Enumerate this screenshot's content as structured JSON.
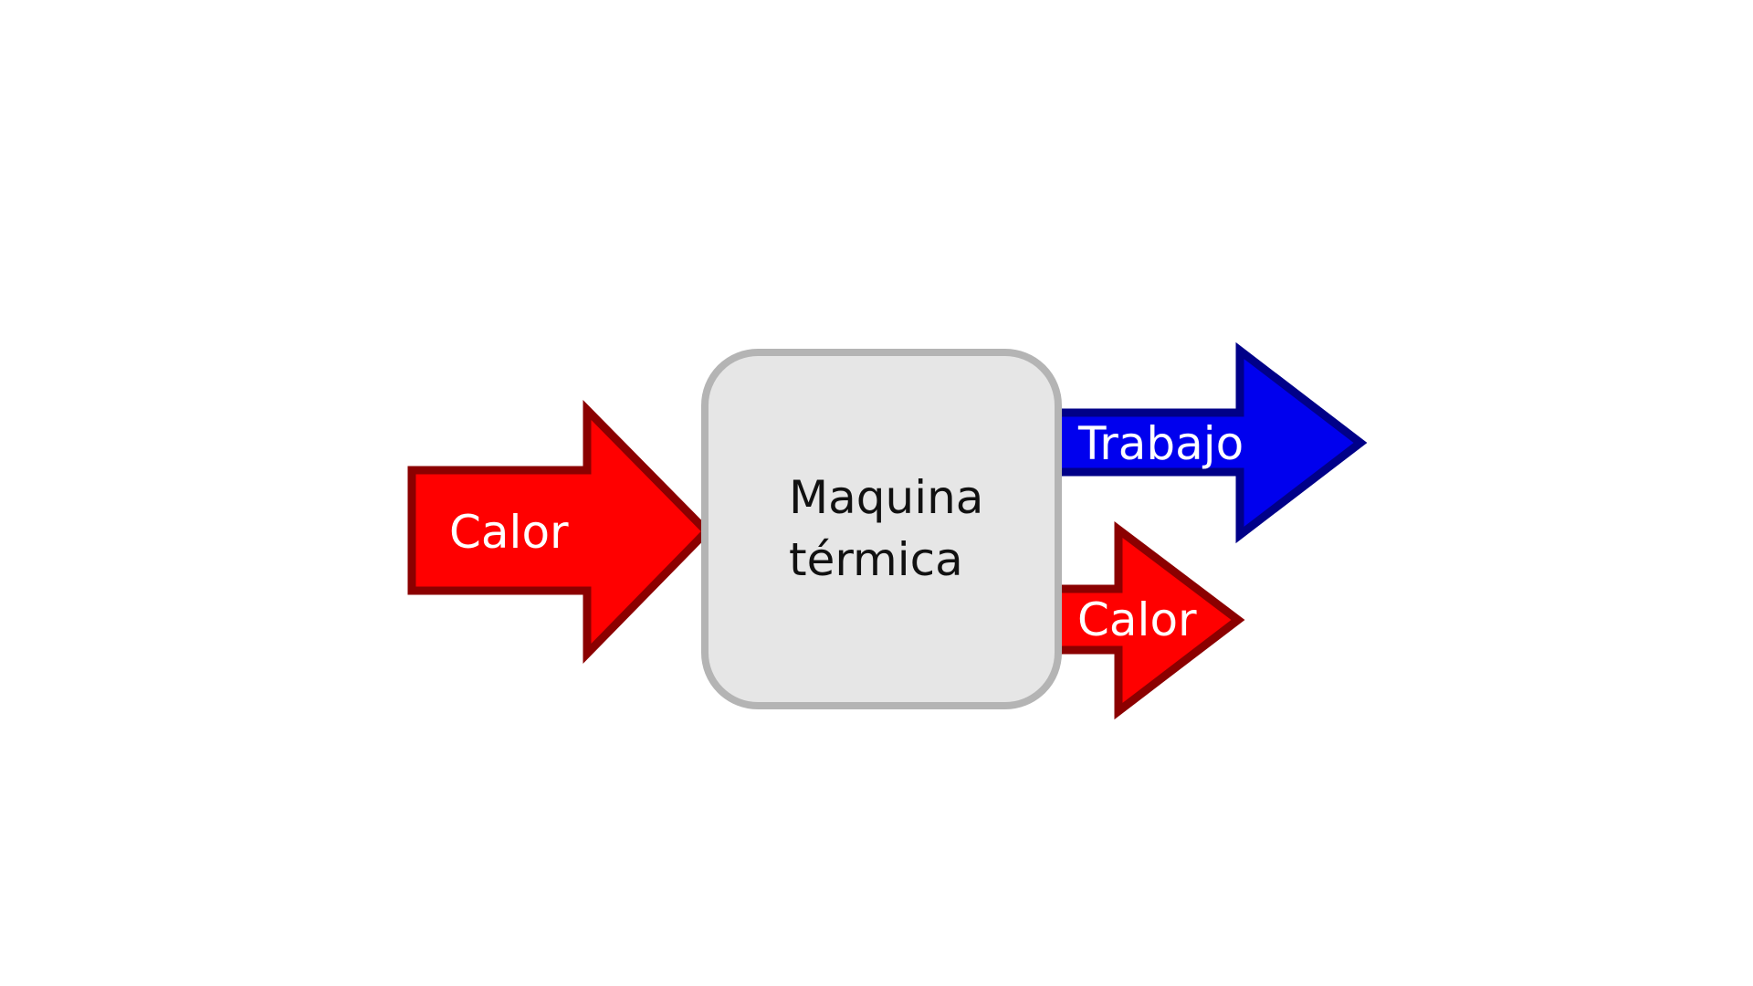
{
  "diagram": {
    "engine": {
      "label_line1": "Maquina",
      "label_line2": "térmica",
      "fill_color": "#e6e6e6",
      "border_color": "#b4b4b4"
    },
    "heat_in": {
      "label": "Calor",
      "fill_color": "#ff0000",
      "border_color": "#8b0000"
    },
    "work_out": {
      "label": "Trabajo",
      "fill_color": "#0000ee",
      "border_color": "#000088"
    },
    "heat_out": {
      "label": "Calor",
      "fill_color": "#ff0000",
      "border_color": "#8b0000"
    }
  }
}
